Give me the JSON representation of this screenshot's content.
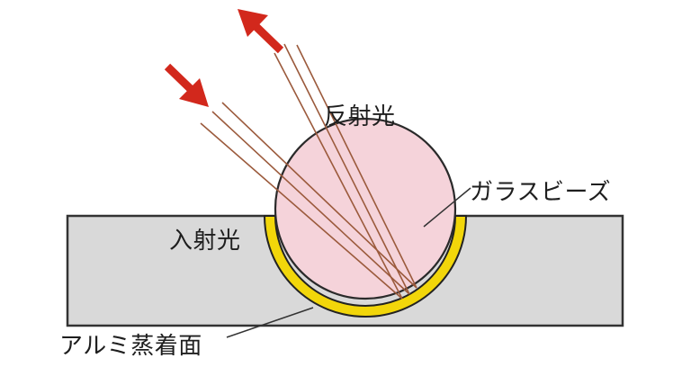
{
  "labels": {
    "reflected_light": "反射光",
    "glass_beads": "ガラスビーズ",
    "incident_light": "入射光",
    "aluminum_coating": "アルミ蒸着面"
  },
  "colors": {
    "background": "#ffffff",
    "substrate_fill": "#d9d9d9",
    "substrate_stroke": "#333333",
    "bead_fill": "#f5d3da",
    "bead_stroke": "#2a2a2a",
    "coating_fill": "#f2d60a",
    "ray": "#9b5a3c",
    "arrow": "#d2281c",
    "leader_line": "#333333"
  }
}
